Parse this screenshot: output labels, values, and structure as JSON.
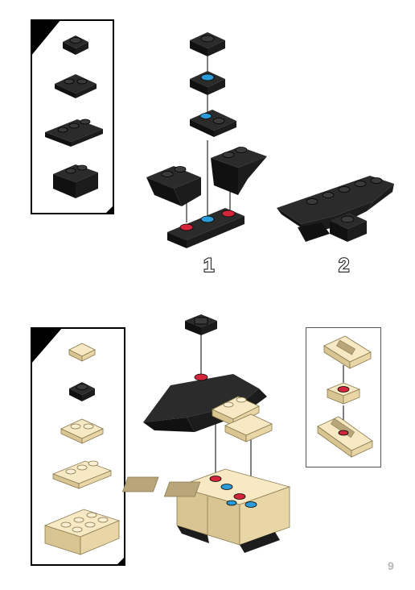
{
  "steps": [
    {
      "number": "1"
    },
    {
      "number": "2"
    }
  ],
  "page_number": "9",
  "colors": {
    "black_brick": "#1c1c1c",
    "tan_brick": "#f2e3b8",
    "red_marker": "#d3263a",
    "blue_marker": "#2a9bd6"
  },
  "parts_lists": [
    {
      "name": "black-parts",
      "items": [
        "plate-1x1-black-icon",
        "plate-1x2-black-icon",
        "plate-1x3-black-icon",
        "slope-2x2-black-icon"
      ]
    },
    {
      "name": "tan-parts",
      "items": [
        "tile-1x1-tan-icon",
        "plate-1x1-black-icon",
        "plate-1x2-tan-icon",
        "plate-1x3-tan-icon",
        "brick-2x3-tan-icon"
      ]
    }
  ]
}
